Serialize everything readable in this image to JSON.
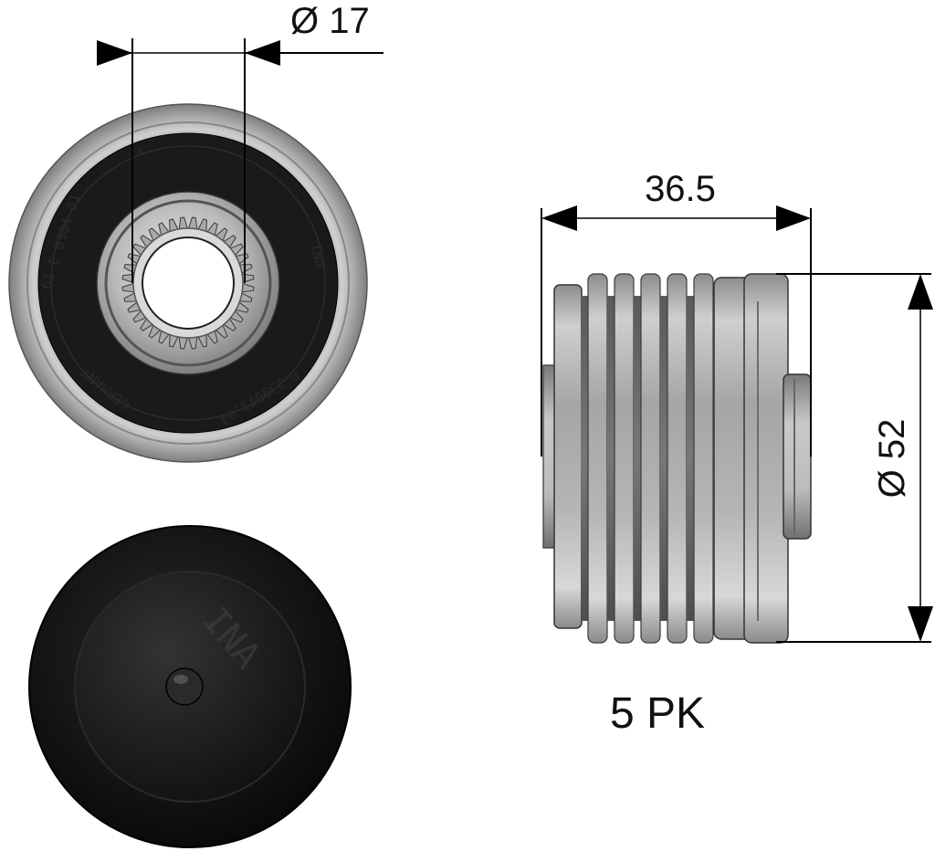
{
  "dimensions": {
    "bore_diameter": "Ø 17",
    "width": "36.5",
    "outer_diameter": "Ø 52"
  },
  "profile_label": "5 PK",
  "face_markings": {
    "part_code": "61 E 0304 01",
    "star": "*",
    "brand": "INA",
    "part_number": "F-239973.04",
    "origin": "GERMANY"
  },
  "cap_logo": "INA",
  "colors": {
    "line": "#000000",
    "metal_light": "#d4d4d4",
    "metal_dark": "#6a6a6a",
    "rubber": "#141414"
  }
}
